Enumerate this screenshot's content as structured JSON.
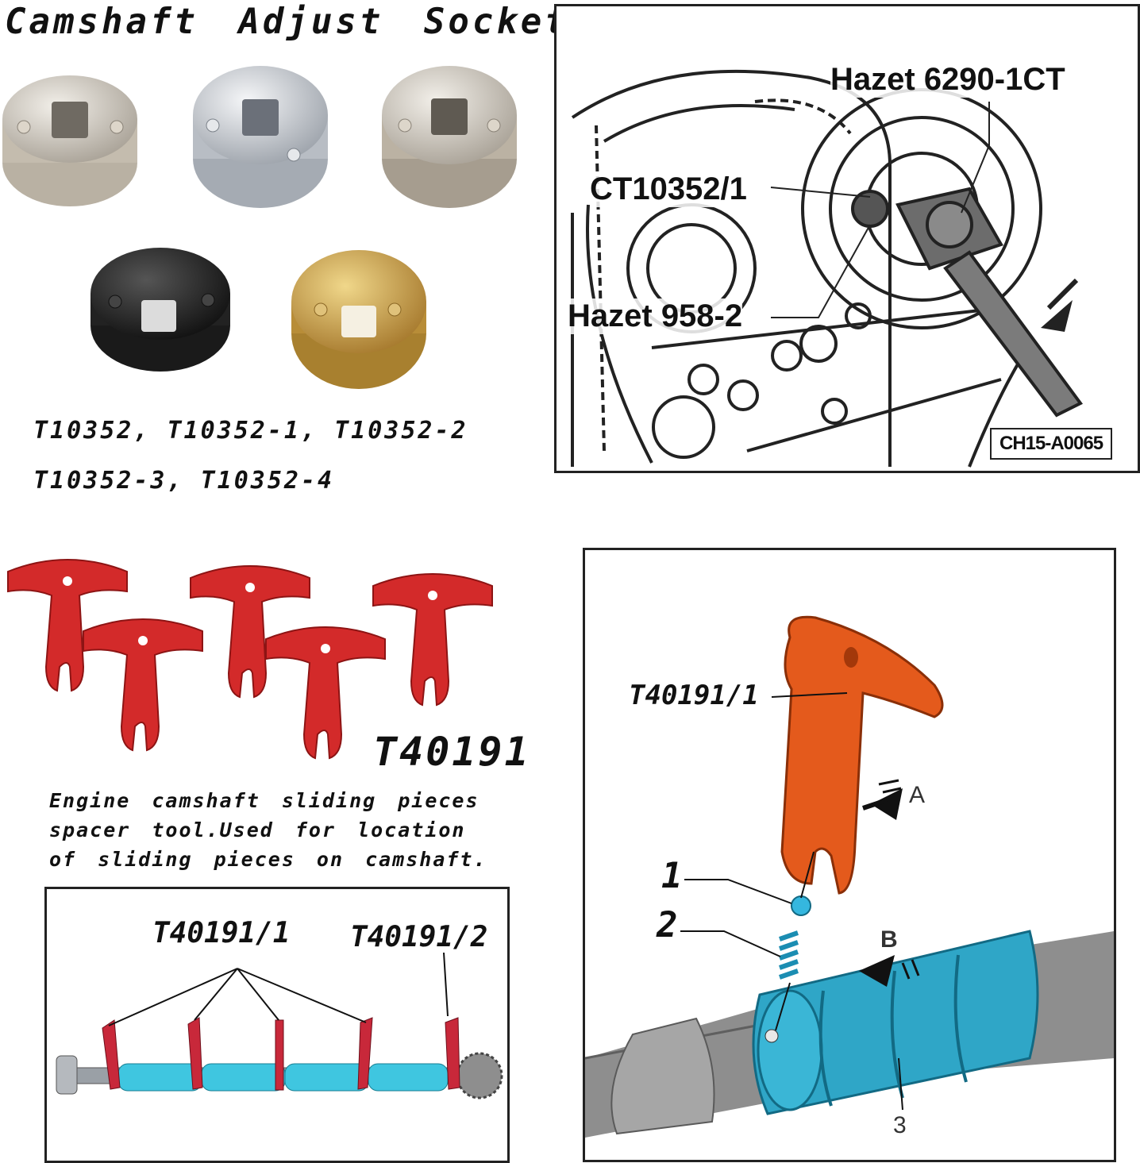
{
  "heading": "Camshaft Adjust Socket",
  "socket_codes": {
    "line1": "T10352, T10352-1, T10352-2",
    "line2": "T10352-3, T10352-4"
  },
  "engine_diagram": {
    "label_hazet_6290": "Hazet 6290-1CT",
    "label_ct10352": "CT10352/1",
    "label_hazet_958": "Hazet 958-2",
    "figure_code": "CH15-A0065"
  },
  "spacer_tool": {
    "name": "T40191",
    "description": "Engine camshaft sliding pieces spacer tool.Used for location of sliding pieces on camshaft.",
    "camshaft_labels": {
      "part1": "T40191/1",
      "part2": "T40191/2"
    }
  },
  "detail_diagram": {
    "label_tool": "T40191/1",
    "label_1": "1",
    "label_2": "2",
    "label_3": "3",
    "arrow_a": "A",
    "arrow_b": "B"
  },
  "colors": {
    "socket_silver": "#cfcac2",
    "socket_black": "#2a2a2a",
    "socket_gold": "#c9a24a",
    "tool_red": "#d32a2a",
    "tool_orange": "#e45a1c",
    "slider_blue": "#2fa6c7",
    "cam_cyan": "#3fc6e0"
  }
}
